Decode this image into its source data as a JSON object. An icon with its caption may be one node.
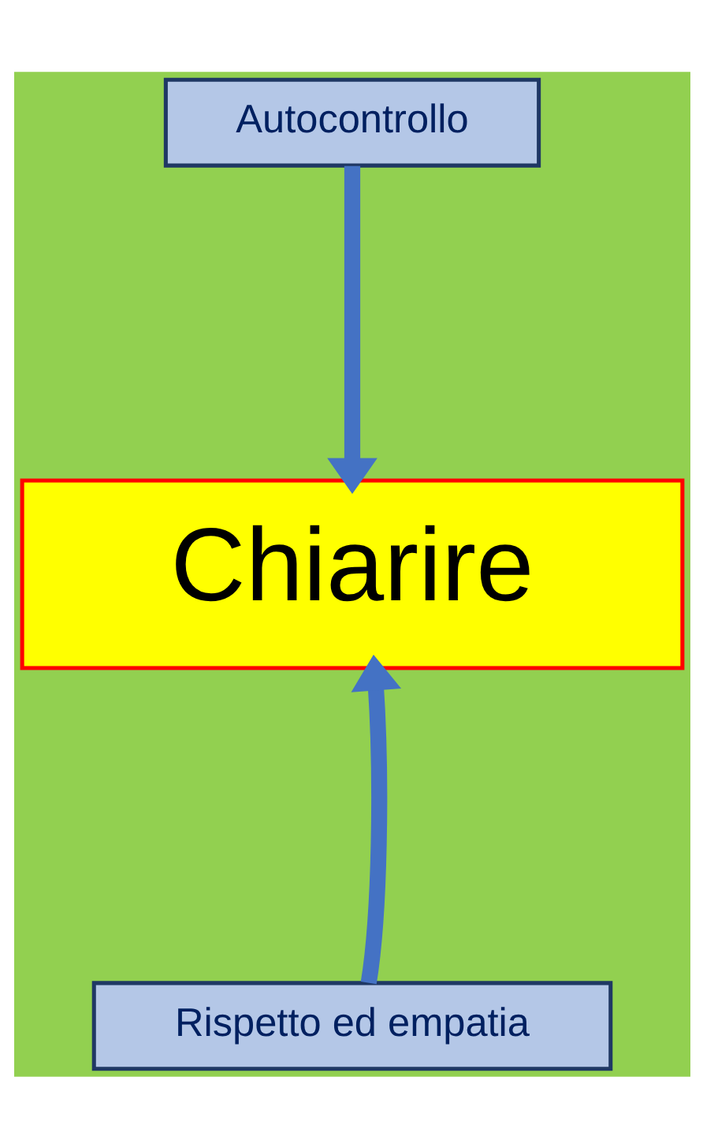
{
  "diagram": {
    "nodes": [
      {
        "text": [
          "Autocontrollo"
        ]
      },
      {
        "text": [
          "Chiarire"
        ]
      },
      {
        "text": [
          "Rispetto ed empatia"
        ]
      }
    ],
    "edges": [
      {
        "from": 0,
        "to": 1,
        "arrow": "to"
      },
      {
        "from": 2,
        "to": 1,
        "arrow": "to"
      }
    ]
  }
}
